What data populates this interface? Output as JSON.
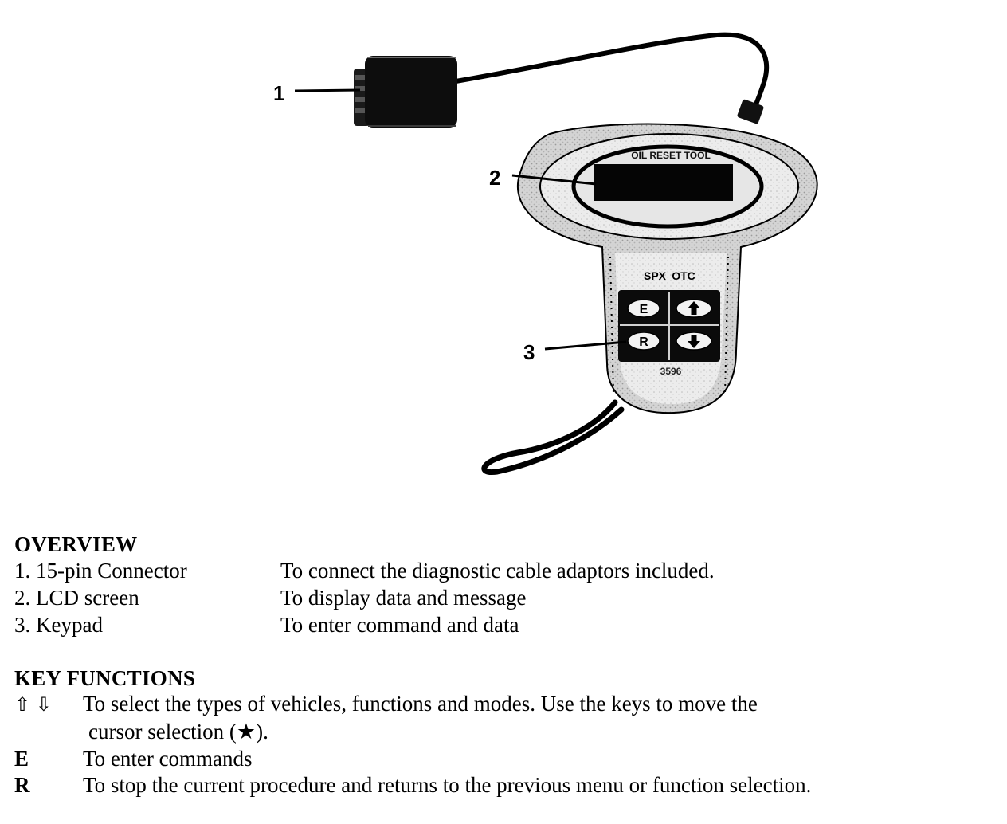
{
  "figure": {
    "callouts": [
      "1",
      "2",
      "3"
    ],
    "device": {
      "screen_caption": "OIL RESET TOOL",
      "brand_left": "SPX",
      "brand_right": "OTC",
      "model_number": "3596",
      "keys": {
        "enter": "E",
        "reset": "R",
        "up": "up-arrow-icon",
        "down": "down-arrow-icon"
      }
    }
  },
  "overview": {
    "heading": "OVERVIEW",
    "items": [
      {
        "name": "1. 15-pin Connector",
        "description": "To connect the diagnostic cable adaptors included."
      },
      {
        "name": "2. LCD screen",
        "description": "To display data and message"
      },
      {
        "name": "3. Keypad",
        "description": "To enter command and data"
      }
    ]
  },
  "key_functions": {
    "heading": "KEY FUNCTIONS",
    "arrows": {
      "up_glyph": "⇧",
      "down_glyph": "⇩",
      "line1": "To select the types of vehicles, functions and modes. Use the keys to move the",
      "line2": "cursor selection (★)."
    },
    "enter": {
      "key": "E",
      "description": "To enter commands"
    },
    "reset": {
      "key": "R",
      "description": "To stop the current procedure and returns to the previous menu or function selection."
    }
  }
}
